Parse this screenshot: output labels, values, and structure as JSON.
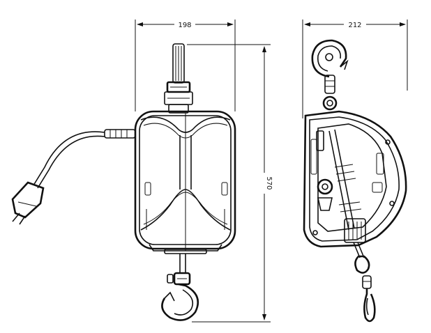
{
  "dimensions": {
    "front_width": "198",
    "side_width": "212",
    "height": "570"
  },
  "colors": {
    "line": "#111111",
    "background": "#ffffff"
  },
  "views": {
    "front": "front-view",
    "side": "side-view"
  }
}
